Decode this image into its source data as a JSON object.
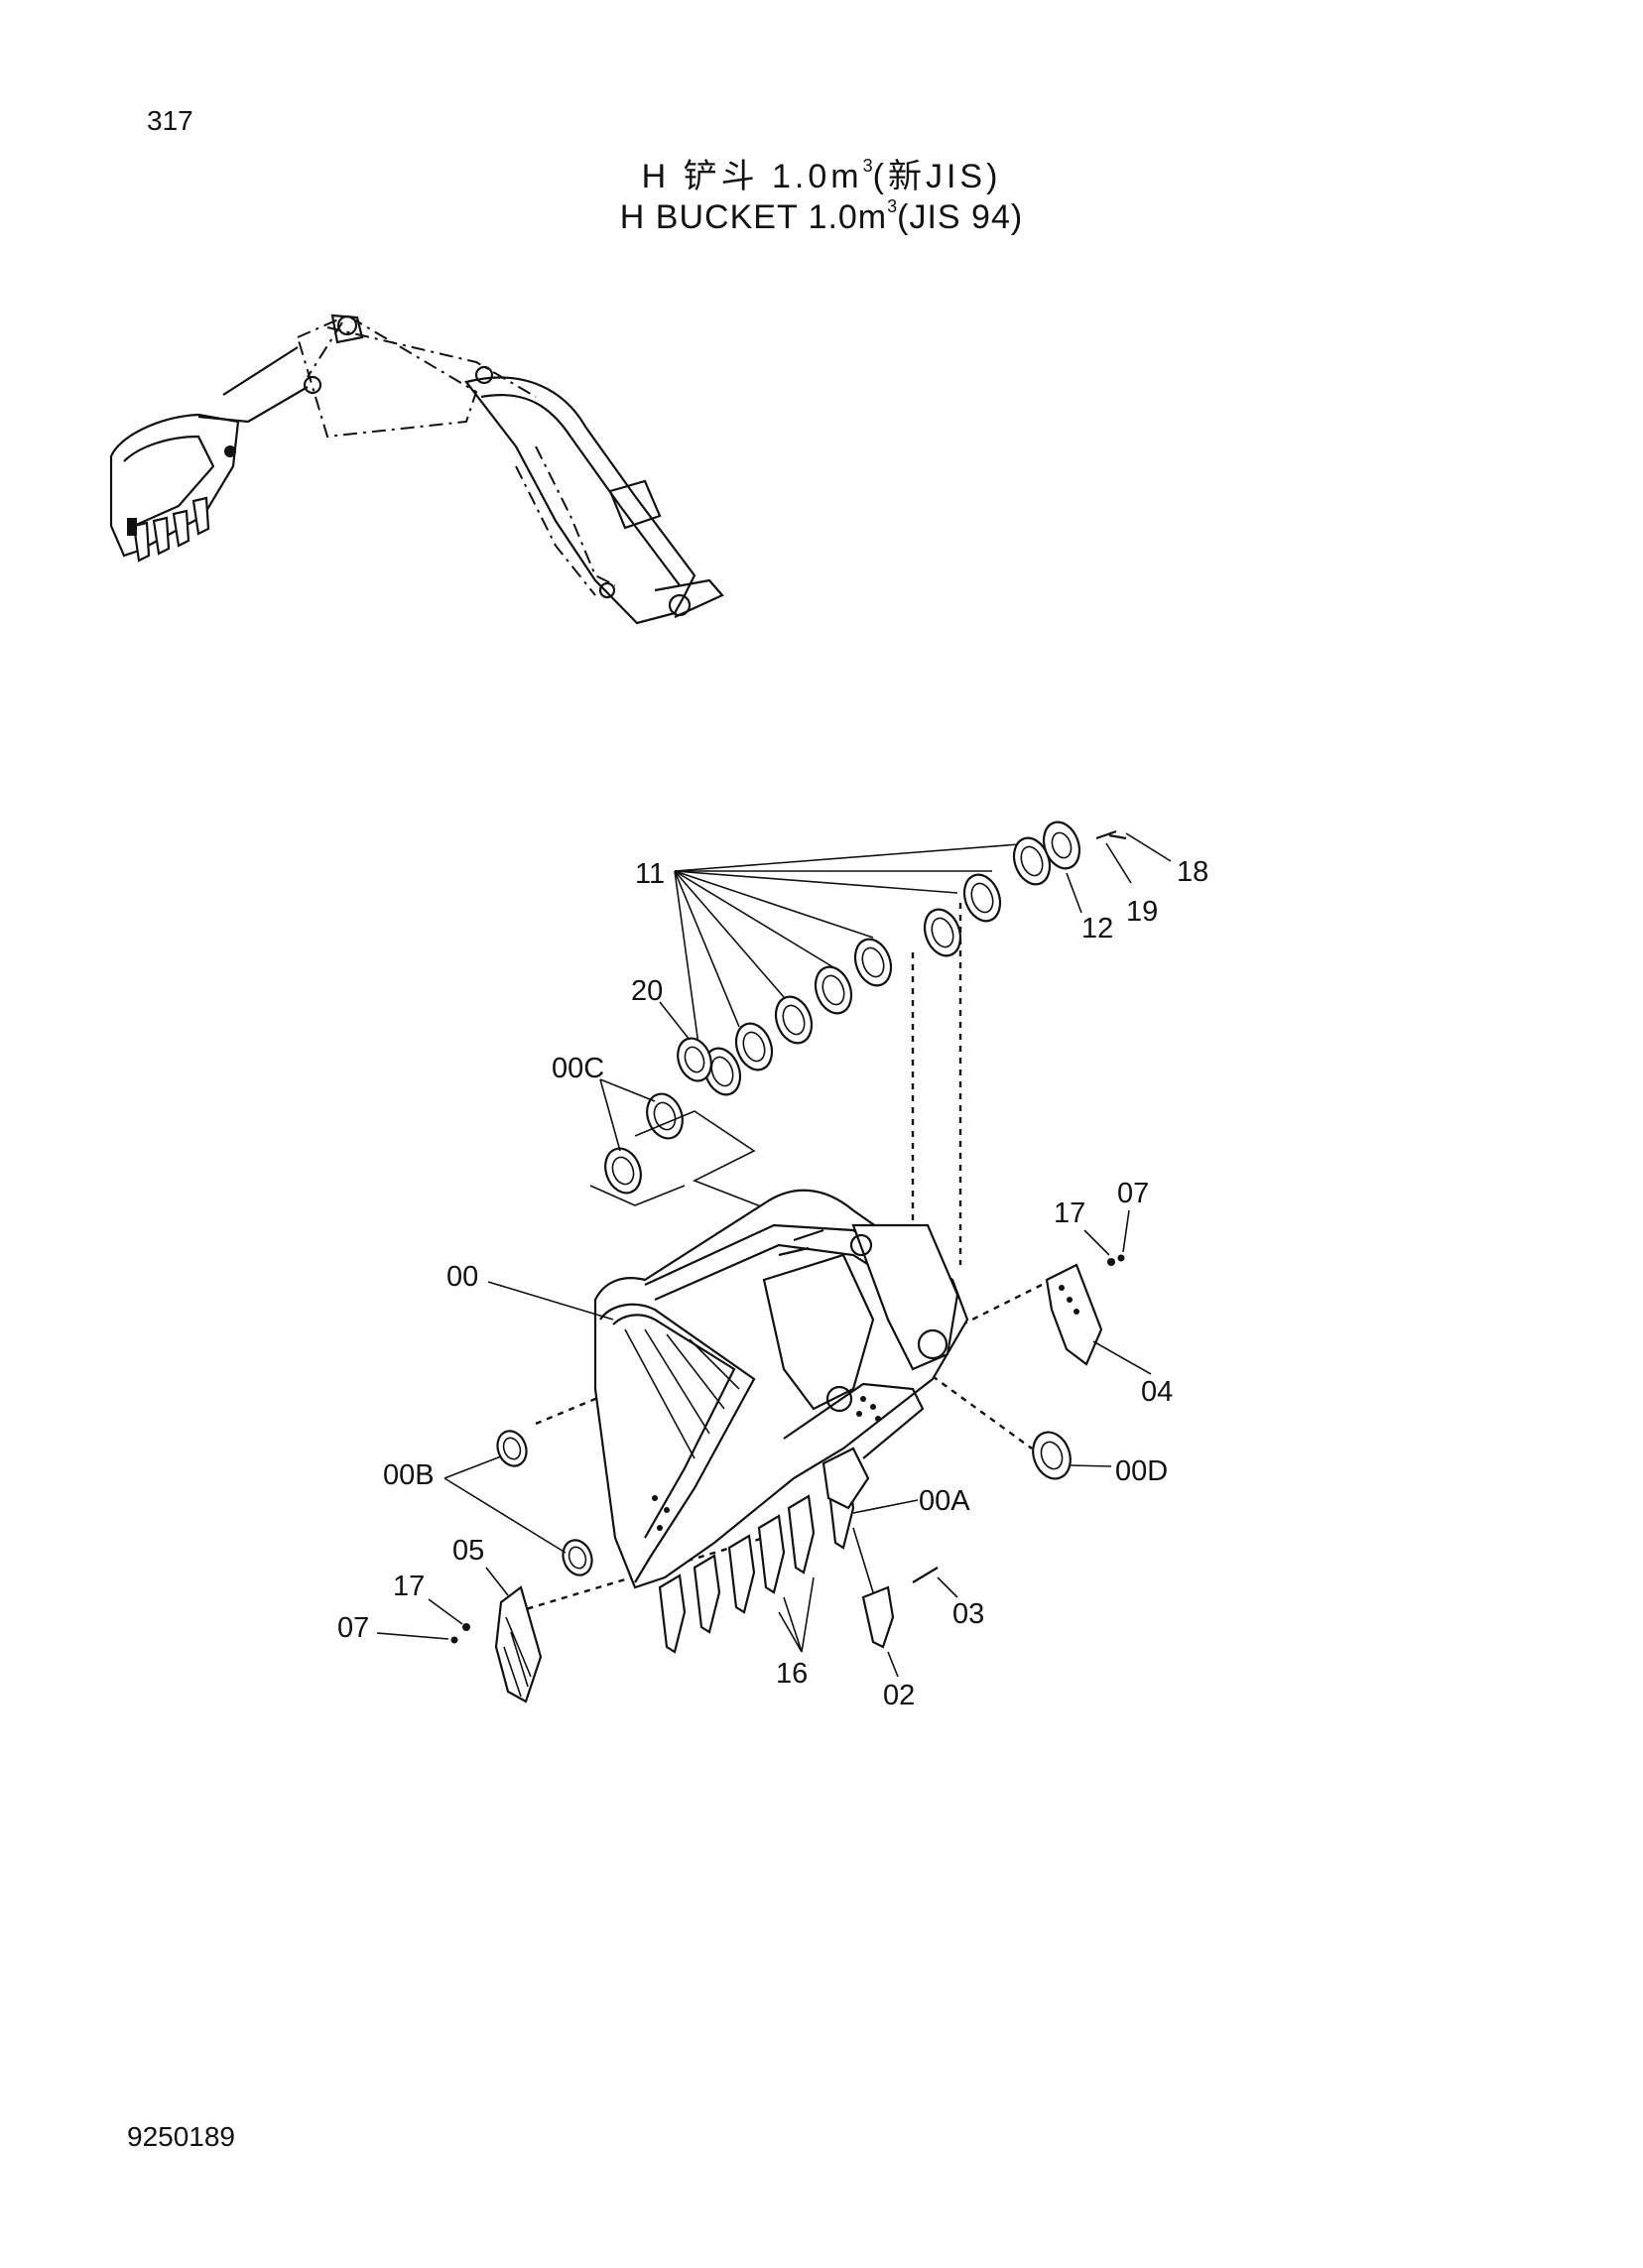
{
  "page_number": "317",
  "title_cn": "H 铲斗 1.0m",
  "title_cn_sup": "3",
  "title_cn_suffix": "(新JIS)",
  "title_en": "H BUCKET 1.0m",
  "title_en_sup": "3",
  "title_en_suffix": "(JIS 94)",
  "document_number": "9250189",
  "callouts": {
    "c11": "11",
    "c18": "18",
    "c12": "12",
    "c19": "19",
    "c20": "20",
    "c00C": "00C",
    "c00": "00",
    "c17a": "17",
    "c07a": "07",
    "c04": "04",
    "c00D": "00D",
    "c00B": "00B",
    "c00A": "00A",
    "c05": "05",
    "c17b": "17",
    "c07b": "07",
    "c03": "03",
    "c16": "16",
    "c02": "02"
  }
}
